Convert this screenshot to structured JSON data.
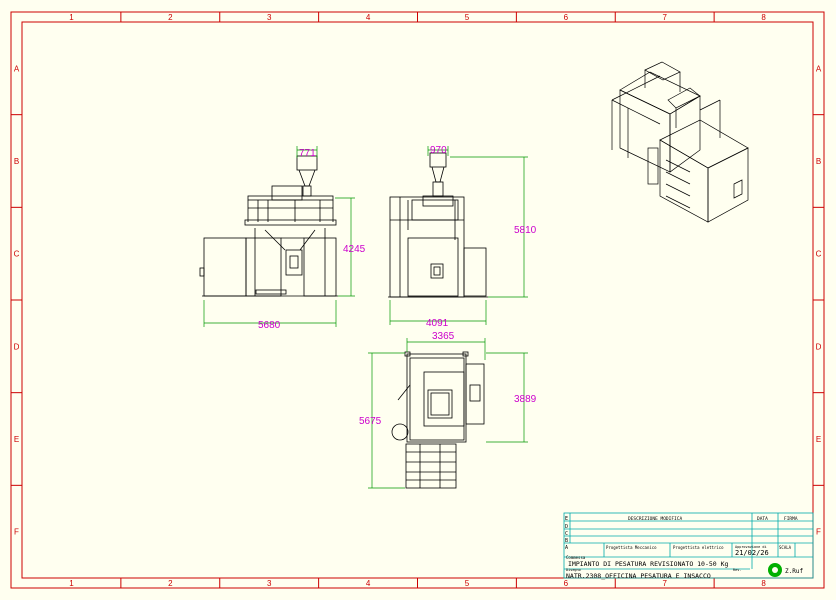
{
  "frame": {
    "cols": [
      "1",
      "2",
      "3",
      "4",
      "5",
      "6",
      "7",
      "8"
    ],
    "rows": [
      "A",
      "B",
      "C",
      "D",
      "E",
      "F"
    ]
  },
  "dimensions": {
    "front_hopper_width": "771",
    "front_height": "4245",
    "front_width": "5680",
    "side_hopper_width": "970",
    "side_height": "5810",
    "side_width": "4091",
    "top_width": "3365",
    "top_height_left": "5675",
    "top_height_right": "3889"
  },
  "title_block": {
    "revision_letters": [
      "E",
      "D",
      "C",
      "B",
      "A"
    ],
    "header_description": "DESCRIZIONE MODIFICA",
    "header_date": "DATA",
    "header_sign": "FIRMA",
    "label_designer": "Progettista Meccanico",
    "label_electrical": "Progettista elettrico",
    "label_approval": "Approvazione di",
    "label_scale": "SCALA",
    "label_client": "Commessa",
    "label_drawing": "Disegno",
    "label_rev": "Rev.",
    "date": "21/02/26",
    "title": "IMPIANTO DI PESATURA REVISIONATO 10-50 Kg",
    "drawing_number": "NATR.2308_OFFICINA PESATURA E INSACCO",
    "logo_text": "Z.Ruf"
  }
}
